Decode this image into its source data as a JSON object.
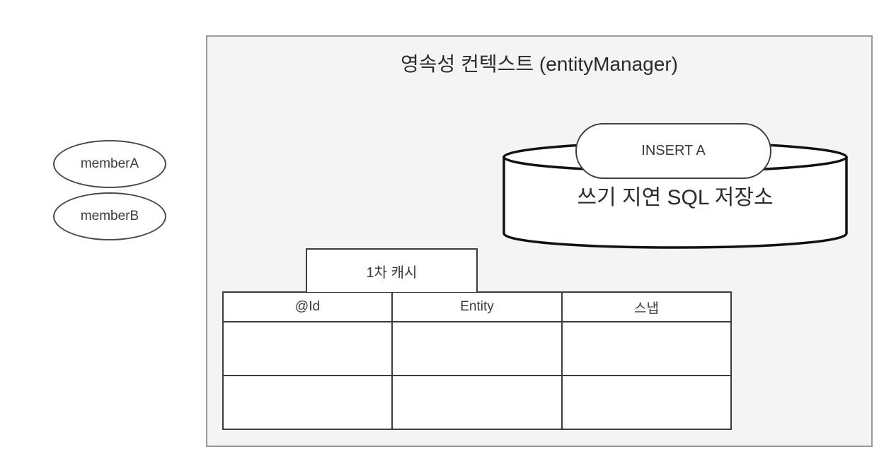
{
  "diagram": {
    "title": "영속성 컨텍스트 (entityManager)",
    "background_color": "#ffffff",
    "panel_color": "#f4f4f4",
    "border_color": "#9a9a9a",
    "stroke_color": "#3d3d3d"
  },
  "entities": [
    {
      "label": "memberA"
    },
    {
      "label": "memberB"
    }
  ],
  "sql_store": {
    "label": "쓰기 지연 SQL 저장소",
    "queued_statement": "INSERT A"
  },
  "first_level_cache": {
    "tab_label": "1차 캐시",
    "columns": [
      "@Id",
      "Entity",
      "스냅"
    ],
    "rows": [
      [
        "",
        "",
        ""
      ],
      [
        "",
        "",
        ""
      ]
    ]
  }
}
